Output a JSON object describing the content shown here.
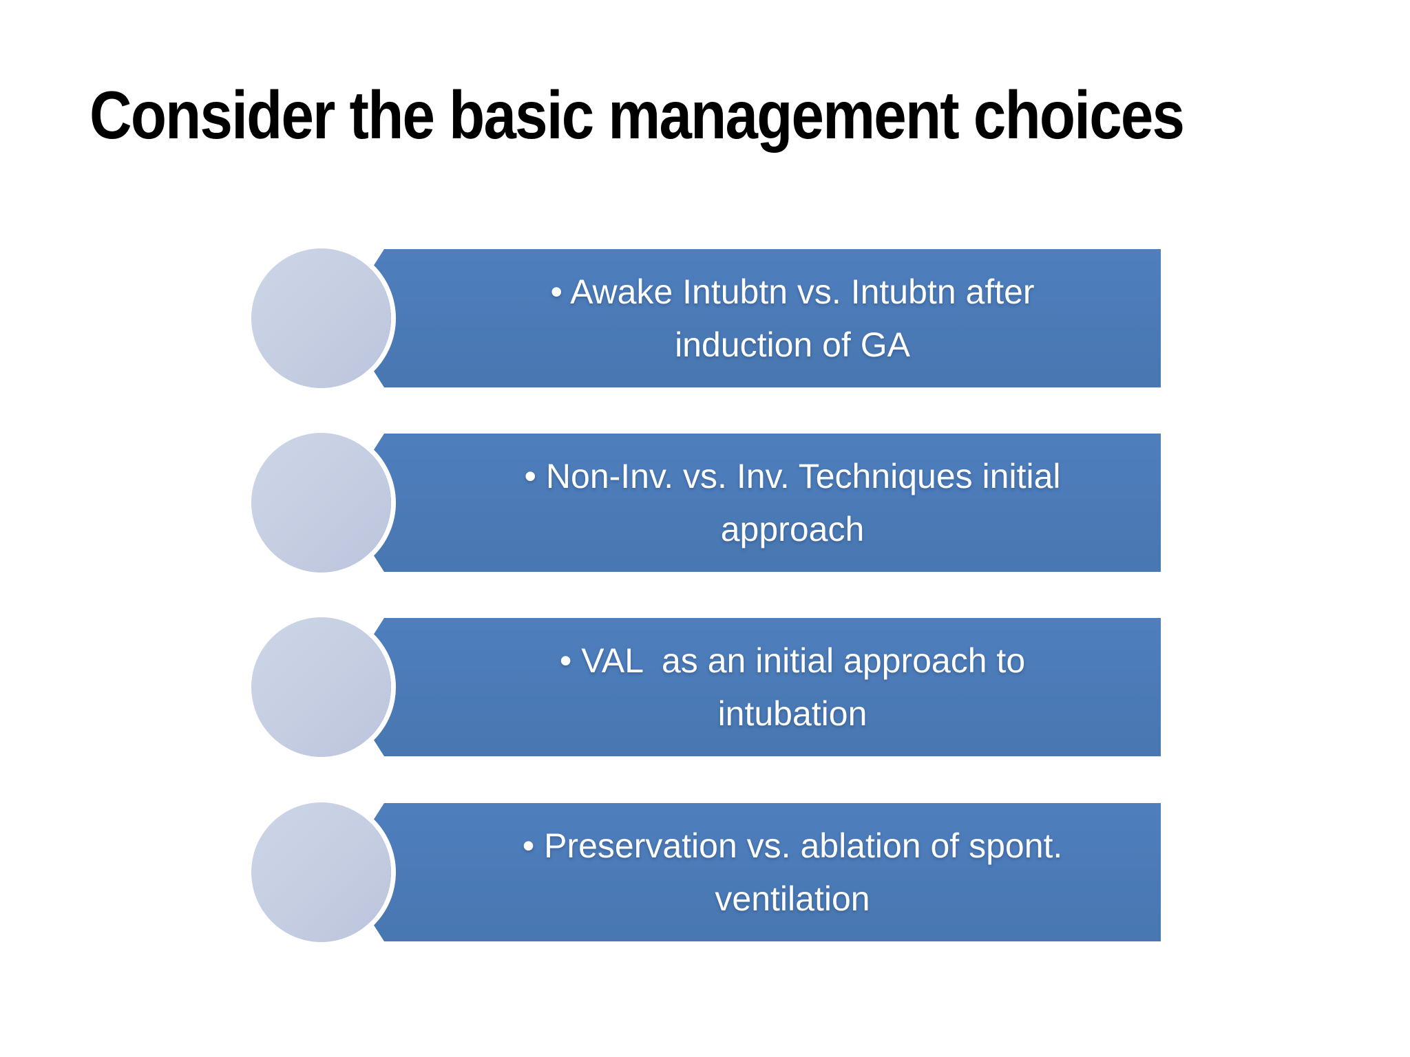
{
  "slide": {
    "title": "Consider the basic management choices"
  },
  "list": {
    "items": [
      {
        "line1": "• Awake Intubtn vs. Intubtn after",
        "line2": "induction of GA"
      },
      {
        "line1": "• Non-Inv. vs. Inv. Techniques initial",
        "line2": "approach"
      },
      {
        "line1": "• VAL  as an initial approach to",
        "line2": "intubation"
      },
      {
        "line1": "• Preservation vs. ablation of spont.",
        "line2": "ventilation"
      }
    ]
  },
  "colors": {
    "banner_blue": "#4e7ebd",
    "banner_blue_dark": "#4877b1",
    "circle_base": "#c5cde2",
    "circle_light": "#cdd5e8",
    "circle_dark": "#bac4db",
    "banner_text": "#ffffff",
    "title_text": "#000000"
  }
}
